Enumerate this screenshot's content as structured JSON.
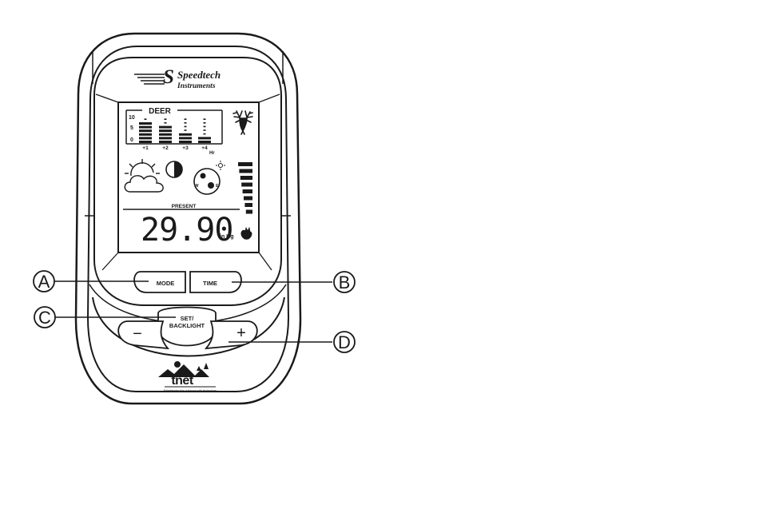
{
  "device": {
    "brand": {
      "name": "Speedtech",
      "subtitle": "Instruments"
    },
    "lcd": {
      "species_title": "DEER",
      "scale_labels": [
        "10",
        "5",
        "0"
      ],
      "hour_labels": [
        "+1",
        "+2",
        "+3",
        "+4"
      ],
      "hour_unit": "Hr",
      "activity_levels": [
        6,
        5,
        3,
        2
      ],
      "present_label": "PRESENT",
      "pressure_value": "29.90",
      "pressure_unit": "in Hg",
      "compass": {
        "west": "W",
        "east": "E"
      },
      "pressure_trend_level": 8
    },
    "buttons": {
      "mode": "MODE",
      "time": "TIME",
      "set_backlight": [
        "SET/",
        "BACKLIGHT"
      ],
      "minus": "−",
      "plus": "+"
    },
    "footer_logo": {
      "name": "tnet",
      "tagline": "Enlightening the outdoors with technology"
    }
  },
  "callouts": [
    {
      "id": "A",
      "label": "A"
    },
    {
      "id": "B",
      "label": "B"
    },
    {
      "id": "C",
      "label": "C"
    },
    {
      "id": "D",
      "label": "D"
    }
  ],
  "colors": {
    "ink": "#1a1a1a",
    "paper": "#ffffff",
    "shade": "#d4d4d4"
  }
}
